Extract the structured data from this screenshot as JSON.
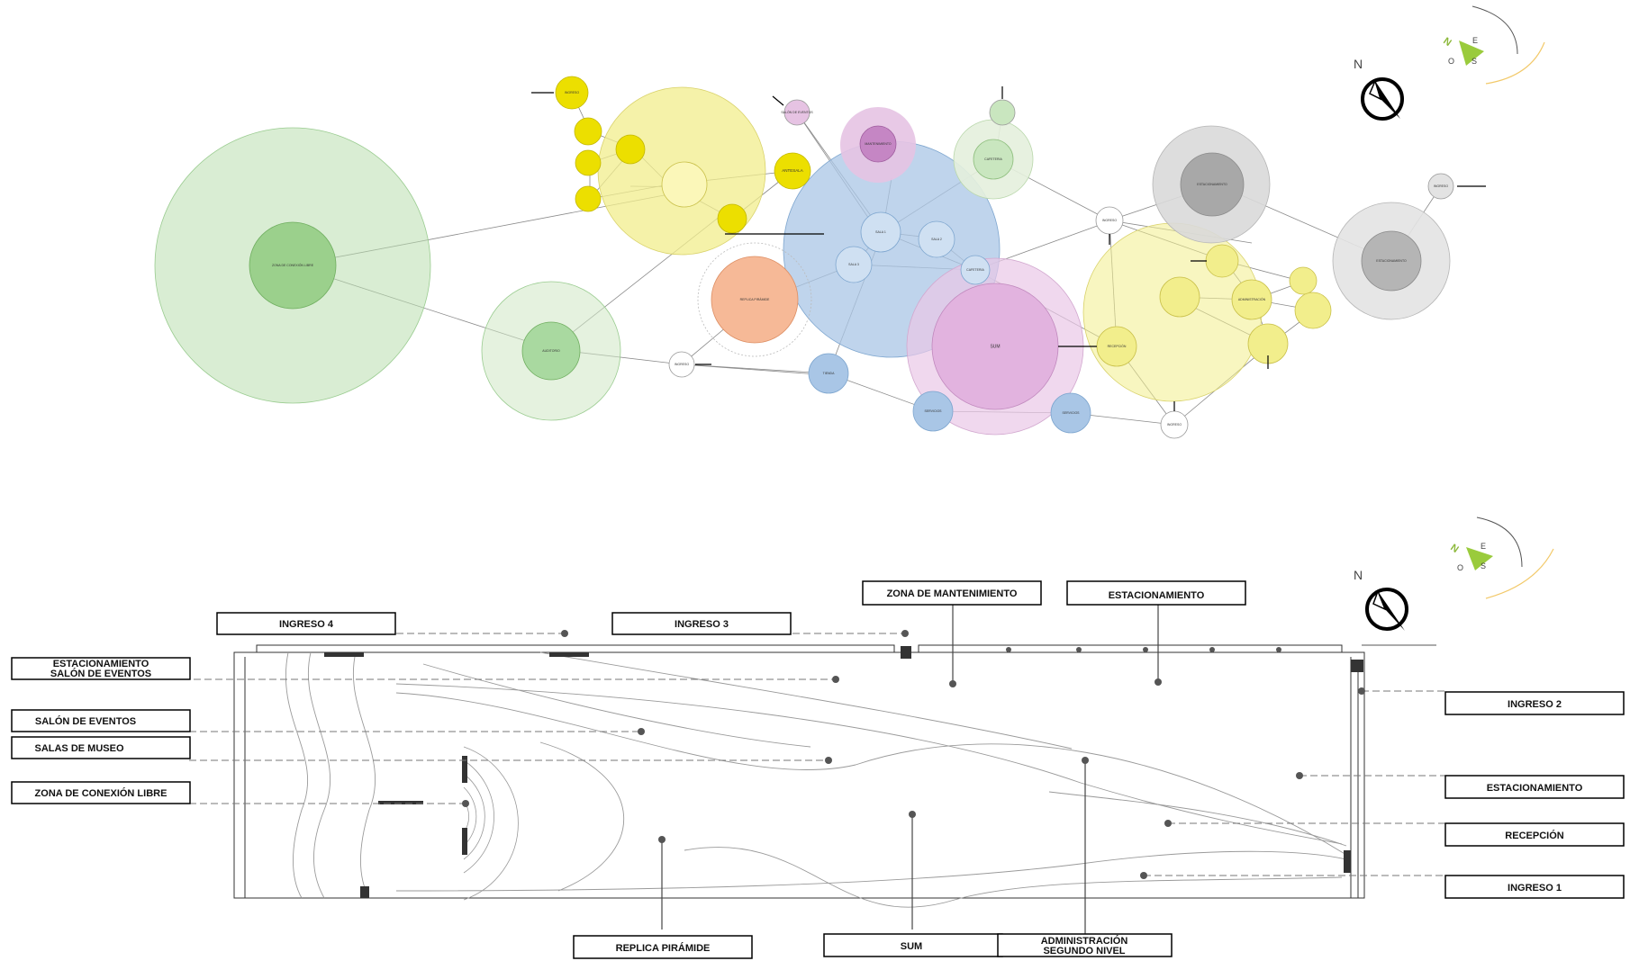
{
  "bubble_diagram": {
    "compass_letters": [
      "N",
      "E",
      "S",
      "O"
    ],
    "node_labels": {
      "zona_conexion": "ZONA DE CONEXIÓN LIBRE",
      "antesala": "ANTESALA",
      "sum": "SUM",
      "replica": "REPLICA PIRÁMIDE",
      "estacionamiento_1": "ESTACIONAMIENTO",
      "estacionamiento_2": "ESTACIONAMIENTO",
      "auditorio": "AUDITORIO",
      "sala_1": "SALA 1",
      "sala_2": "SALA 2",
      "sala_3": "SALA 3",
      "cafeteria": "CAFETERIA",
      "administracion": "ADMINISTRACIÓN",
      "recepcion": "RECEPCIÓN",
      "ingreso": "INGRESO",
      "tienda": "TIENDA",
      "servicios": "SERVICIOS",
      "mantenimiento": "MANTENIMIENTO",
      "eventos": "SALÓN DE EVENTOS"
    }
  },
  "plan": {
    "labels": {
      "ingreso4": "INGRESO 4",
      "ingreso3": "INGRESO 3",
      "zona_mantenimiento": "ZONA DE MANTENIMIENTO",
      "estacionamiento_top": "ESTACIONAMIENTO",
      "estacionamiento_salon_l1": "ESTACIONAMIENTO",
      "estacionamiento_salon_l2": "SALÓN DE EVENTOS",
      "salon_eventos": "SALÓN DE EVENTOS",
      "salas_museo": "SALAS DE MUSEO",
      "zona_conexion": "ZONA DE CONEXIÓN LIBRE",
      "ingreso2": "INGRESO 2",
      "estacionamiento_right": "ESTACIONAMIENTO",
      "recepcion": "RECEPCIÓN",
      "ingreso1": "INGRESO 1",
      "replica": "REPLICA PIRÁMIDE",
      "sum": "SUM",
      "administracion_l1": "ADMINISTRACIÓN",
      "administracion_l2": "SEGUNDO NIVEL"
    },
    "compass_letters": [
      "N",
      "E",
      "S",
      "O"
    ]
  },
  "colors": {
    "green": "#b9dfae",
    "yellow": "#f2ee8c",
    "blue": "#a9c6e6",
    "pink": "#e6c3e3",
    "gray": "#cfcfcf",
    "orange": "#f6b997",
    "accent_yellow": "#e6d800",
    "compass_green": "#9acb3c"
  }
}
